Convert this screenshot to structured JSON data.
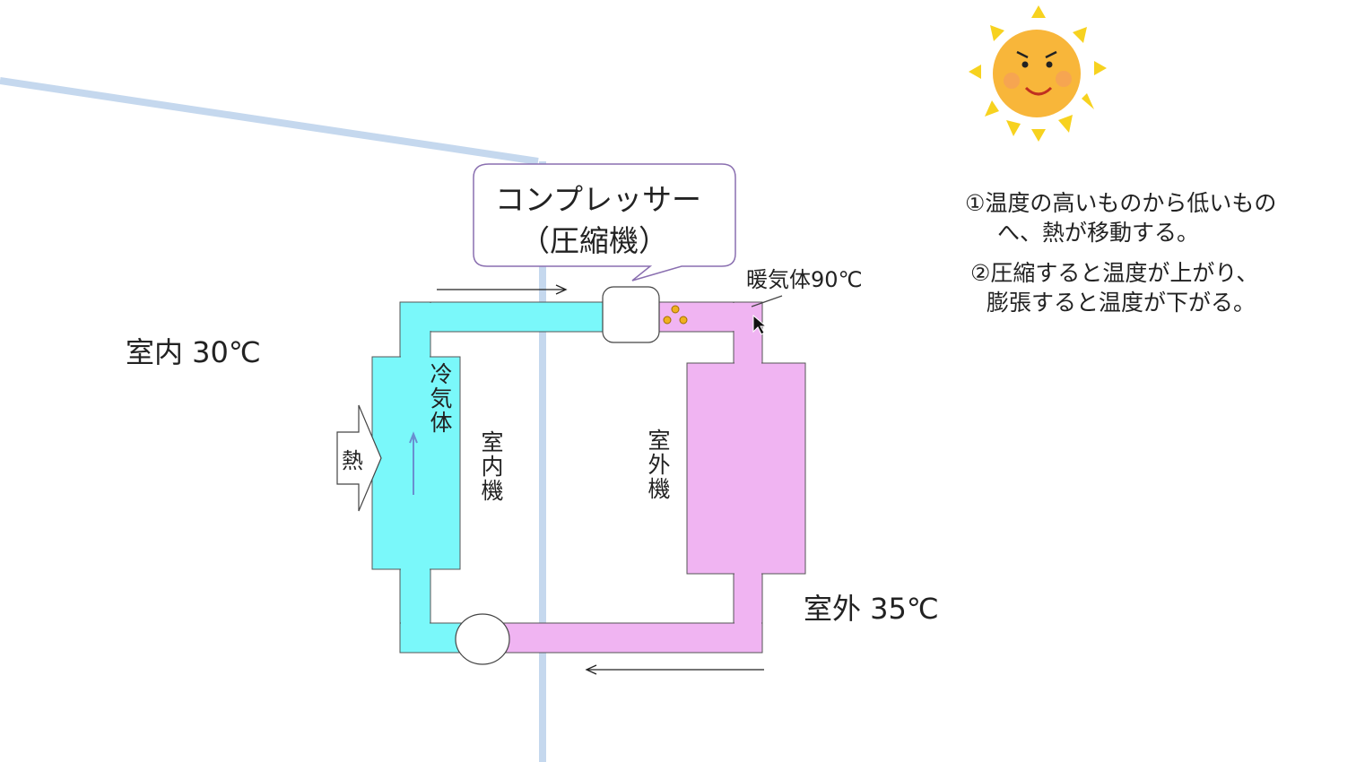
{
  "bubble": {
    "line1": "コンプレッサー",
    "line2": "（圧縮機）"
  },
  "labels": {
    "indoor_temp": "室内 30℃",
    "outdoor_temp": "室外 35℃",
    "hot_gas": "暖気体90℃",
    "cold_gas": "冷気体",
    "indoor_unit": "室内機",
    "outdoor_unit": "室外機",
    "heat": "熱"
  },
  "notes": {
    "n1_line1": "①温度の高いものから低いもの",
    "n1_line2": "へ、熱が移動する。",
    "n2_line1": "②圧縮すると温度が上がり、",
    "n2_line2": "膨張すると温度が下がる。"
  },
  "colors": {
    "cold": "#7af8fa",
    "hot": "#f0b4f2",
    "wall": "#c5d8ee",
    "bubble_border": "#8a6fb0"
  }
}
